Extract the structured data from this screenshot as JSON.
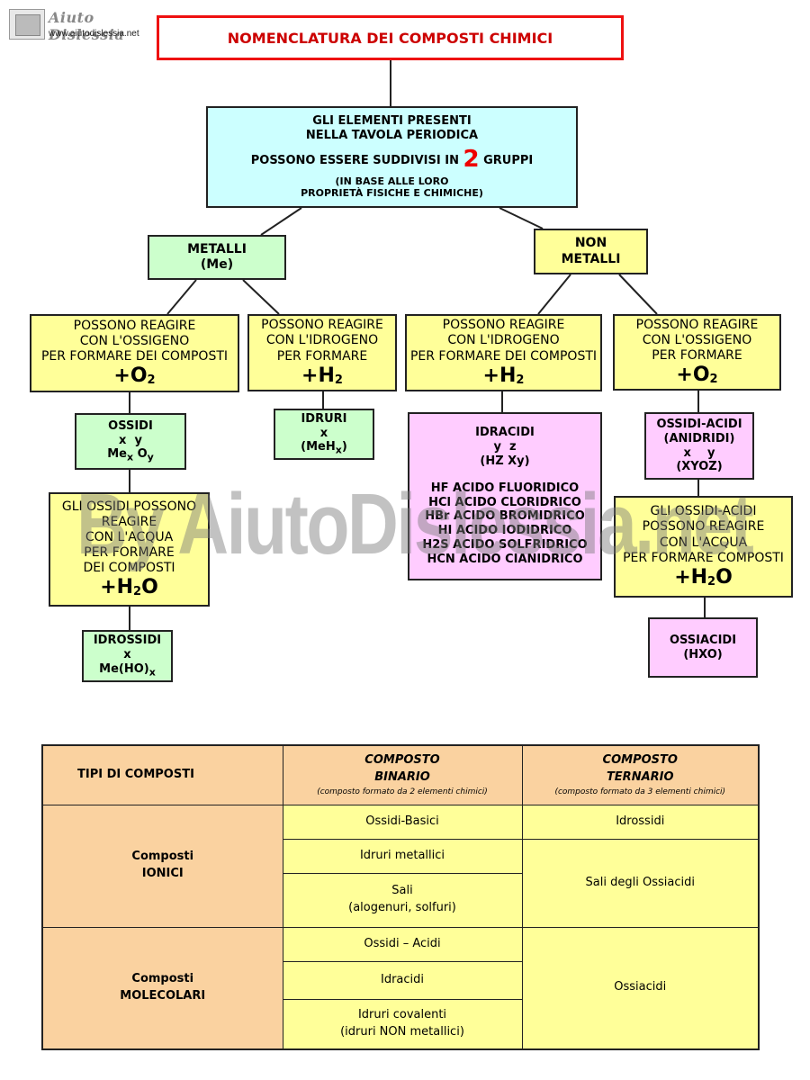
{
  "logo": {
    "name": "Aiuto Dislessia",
    "url": "www.aiutodislessia.net"
  },
  "watermark": "By AiutoDislessia.net",
  "title": "NOMENCLATURA DEI COMPOSTI CHIMICI",
  "root": {
    "line1": "GLI ELEMENTI PRESENTI",
    "line2": "NELLA TAVOLA PERIODICA",
    "line3_a": "POSSONO ESSERE SUDDIVISI IN",
    "line3_num": "2",
    "line3_b": "GRUPPI",
    "line4": "(IN BASE ALLE LORO",
    "line5": "PROPRIETÀ FISICHE E CHIMICHE)"
  },
  "metalli": {
    "line1": "METALLI",
    "line2": "(Me)"
  },
  "non_metalli": {
    "line1": "NON",
    "line2": "METALLI"
  },
  "reactions": {
    "met_ossigeno": {
      "lines": [
        "POSSONO REAGIRE",
        "CON L'OSSIGENO",
        "PER FORMARE DEI COMPOSTI"
      ],
      "formula": "+O",
      "sub": "2"
    },
    "met_idrogeno": {
      "lines": [
        "POSSONO REAGIRE",
        "CON L'IDROGENO",
        "PER FORMARE"
      ],
      "formula": "+H",
      "sub": "2"
    },
    "non_idrogeno": {
      "lines": [
        "POSSONO REAGIRE",
        "CON L'IDROGENO",
        "PER FORMARE DEI COMPOSTI"
      ],
      "formula": "+H",
      "sub": "2"
    },
    "non_ossigeno": {
      "lines": [
        "POSSONO REAGIRE",
        "CON L'OSSIGENO",
        "PER FORMARE"
      ],
      "formula": "+O",
      "sub": "2"
    }
  },
  "ossidi": {
    "name": "OSSIDI",
    "vars": "x  y",
    "formula_a": "Me",
    "formula_a_sub": "x",
    "formula_b": " O",
    "formula_b_sub": "y"
  },
  "idruri": {
    "name": "IDRURI",
    "vars": "x",
    "formula_a": "(MeH",
    "formula_a_sub": "x",
    "formula_b": ")"
  },
  "idracidi": {
    "name": "IDRACIDI",
    "vars": "y  z",
    "formula": "(HZ Xy)",
    "list": [
      "HF ACIDO FLUORIDICO",
      "HCl ACIDO CLORIDRICO",
      "HBr ACIDO BROMIDRICO",
      "HI ACIDO IODIDRICO",
      "H2S ACIDO SOLFRIDRICO",
      "HCN ACIDO CIANIDRICO"
    ]
  },
  "ossidi_acidi": {
    "line1": "OSSIDI-ACIDI",
    "line2": "(ANIDRIDI)",
    "vars": "x    y",
    "formula": "(XYOZ)"
  },
  "ossidi_acqua": {
    "lines": [
      "GLI OSSIDI POSSONO",
      "REAGIRE",
      "CON L'ACQUA",
      "PER FORMARE",
      "DEI COMPOSTI"
    ],
    "formula_a": "+H",
    "formula_sub": "2",
    "formula_b": "O"
  },
  "ossidi_acidi_acqua": {
    "lines": [
      "GLI OSSIDI-ACIDI",
      "POSSONO REAGIRE",
      "CON L'ACQUA",
      "PER FORMARE COMPOSTI"
    ],
    "formula_a": "+H",
    "formula_sub": "2",
    "formula_b": "O"
  },
  "idrossidi": {
    "name": "IDROSSIDI",
    "vars": "x",
    "formula_a": "Me(HO)",
    "formula_a_sub": "x"
  },
  "ossiacidi": {
    "name": "OSSIACIDI",
    "formula": "(HXO)"
  },
  "table": {
    "header": {
      "col0": "TIPI DI COMPOSTI",
      "binario_title1": "COMPOSTO",
      "binario_title2": "BINARIO",
      "binario_sub": "(composto formato da 2 elementi chimici)",
      "ternario_title1": "COMPOSTO",
      "ternario_title2": "TERNARIO",
      "ternario_sub": "(composto formato da 3 elementi chimici)"
    },
    "ionici": {
      "label1": "Composti",
      "label2": "IONICI",
      "binari": [
        "Ossidi-Basici",
        "Idruri metallici"
      ],
      "sali1": "Sali",
      "sali2": "(alogenuri, solfuri)",
      "ternari": [
        "Idrossidi",
        "Sali degli Ossiacidi"
      ]
    },
    "molecolari": {
      "label1": "Composti",
      "label2": "MOLECOLARI",
      "binari": [
        "Ossidi – Acidi",
        "Idracidi"
      ],
      "idruri1": "Idruri covalenti",
      "idruri2": "(idruri NON metallici)",
      "ternari": [
        "Ossiacidi"
      ]
    }
  }
}
